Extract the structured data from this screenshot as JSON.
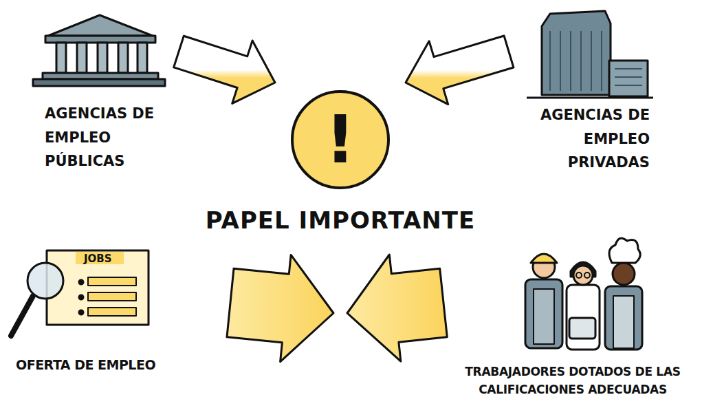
{
  "diagram": {
    "nodes": [
      {
        "text": [
          "AGENCIAS DE EMPLEO PÚBLICAS"
        ]
      },
      {
        "text": [
          "!",
          "PAPEL IMPORTANTE"
        ]
      },
      {
        "text": [
          "AGENCIAS DE EMPLEO PRIVADAS"
        ]
      },
      {
        "text": [
          "OFERTA DE EMPLEO"
        ]
      },
      {
        "text": [
          "TRABAJADORES DOTADOS DE LAS CALIFICACIONES ADECUADAS"
        ]
      }
    ],
    "edges": [
      {
        "from": 0,
        "to": 1,
        "arrow": "to"
      },
      {
        "from": 2,
        "to": 1,
        "arrow": "to"
      },
      {
        "from": 3,
        "to": 1,
        "arrow": "to"
      },
      {
        "from": 4,
        "to": 1,
        "arrow": "to"
      }
    ],
    "labels": [
      "JOBS"
    ]
  }
}
